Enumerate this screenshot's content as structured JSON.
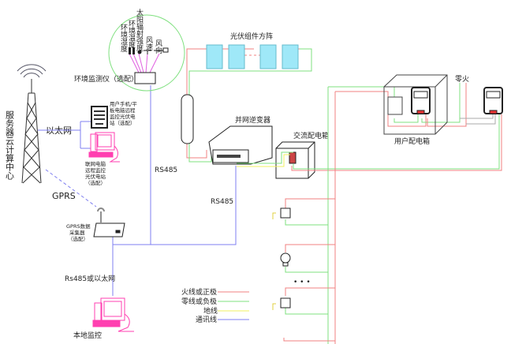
{
  "labels": {
    "server": "服务器云计算中心",
    "ethernet": "以太网",
    "phone": [
      "用户手机/平",
      "板电脑远程",
      "监控光伏电",
      "站（选配）"
    ],
    "pc_remote": [
      "联网电脑",
      "远程监控",
      "光伏电站",
      "（选配）"
    ],
    "sensors": [
      "环境湿度",
      "环境温度",
      "太阳辐射强度",
      "风速",
      "风向"
    ],
    "env_monitor": "环境监测仪（选配）",
    "pv_array": "光伏组件方阵",
    "inverter": "并网逆变器",
    "ac_box": "交流配电箱",
    "user_box": "用户配电箱",
    "neutral_live": "零火",
    "rs485_a": "RS485",
    "rs485_b": "RS485",
    "gprs": "GPRS",
    "gprs_collector": [
      "GPRS数据",
      "采集器",
      "（选配）"
    ],
    "rs485_or_eth": "Rs485或以太网",
    "local_monitor": "本地监控",
    "ellipsis": "• • •"
  },
  "legend": [
    {
      "label": "火线或正极",
      "color": "#f08080"
    },
    {
      "label": "零线或负极",
      "color": "#7fe07f"
    },
    {
      "label": "地线",
      "color": "#f0f060"
    },
    {
      "label": "通讯线",
      "color": "#7f7ff0"
    }
  ],
  "colors": {
    "live": "#f08080",
    "neutral": "#7fe07f",
    "ground": "#f0f060",
    "comm": "#7f7ff0",
    "pc": "#ff3fb0",
    "sensor": "#e060e0",
    "panel": "#9fe8f8"
  }
}
